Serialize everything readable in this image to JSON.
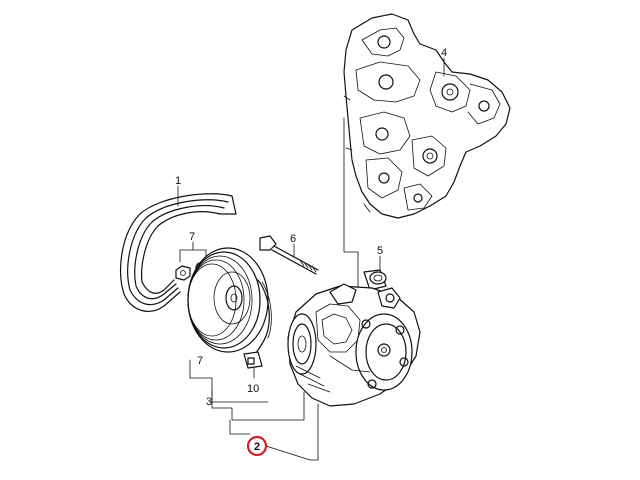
{
  "diagram": {
    "callouts": {
      "c1": "1",
      "c2": "2",
      "c3": "3",
      "c4": "4",
      "c5": "5",
      "c6": "6",
      "c7a": "7",
      "c7b": "7",
      "c10": "10"
    },
    "highlight_color": "#d0202a"
  }
}
